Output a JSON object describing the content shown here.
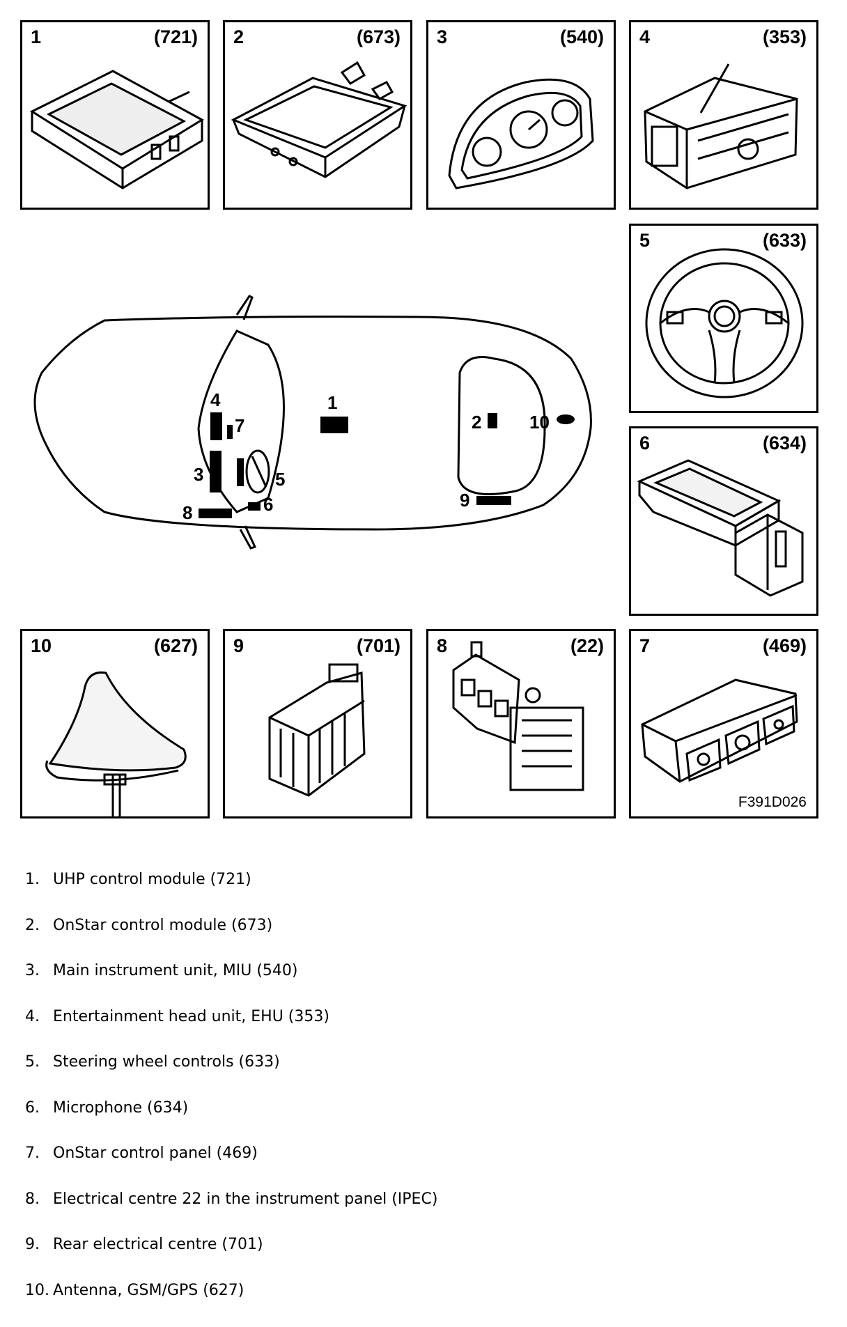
{
  "panels": [
    {
      "num": "1",
      "code": "(721)",
      "icon": "uhp-module-icon"
    },
    {
      "num": "2",
      "code": "(673)",
      "icon": "onstar-module-icon"
    },
    {
      "num": "3",
      "code": "(540)",
      "icon": "instrument-cluster-icon"
    },
    {
      "num": "4",
      "code": "(353)",
      "icon": "head-unit-icon"
    },
    {
      "num": "5",
      "code": "(633)",
      "icon": "steering-wheel-icon"
    },
    {
      "num": "6",
      "code": "(634)",
      "icon": "microphone-icon"
    },
    {
      "num": "10",
      "code": "(627)",
      "icon": "antenna-icon"
    },
    {
      "num": "9",
      "code": "(701)",
      "icon": "rear-fuse-box-icon"
    },
    {
      "num": "8",
      "code": "(22)",
      "icon": "ipec-fuse-box-icon"
    },
    {
      "num": "7",
      "code": "(469)",
      "icon": "control-panel-icon"
    }
  ],
  "figure_code": "F391D026",
  "car_labels": [
    "1",
    "2",
    "3",
    "4",
    "5",
    "6",
    "7",
    "8",
    "9",
    "10"
  ],
  "legend": [
    {
      "n": "1.",
      "text": "UHP control module (721)"
    },
    {
      "n": "2.",
      "text": "OnStar control module (673)"
    },
    {
      "n": "3.",
      "text": "Main instrument unit, MIU (540)"
    },
    {
      "n": "4.",
      "text": "Entertainment head unit, EHU (353)"
    },
    {
      "n": "5.",
      "text": "Steering wheel controls (633)"
    },
    {
      "n": "6.",
      "text": "Microphone (634)"
    },
    {
      "n": "7.",
      "text": "OnStar control panel (469)"
    },
    {
      "n": "8.",
      "text": "Electrical centre 22 in the instrument panel (IPEC)"
    },
    {
      "n": "9.",
      "text": "Rear electrical centre (701)"
    },
    {
      "n": "10.",
      "text": "Antenna, GSM/GPS (627)"
    }
  ]
}
